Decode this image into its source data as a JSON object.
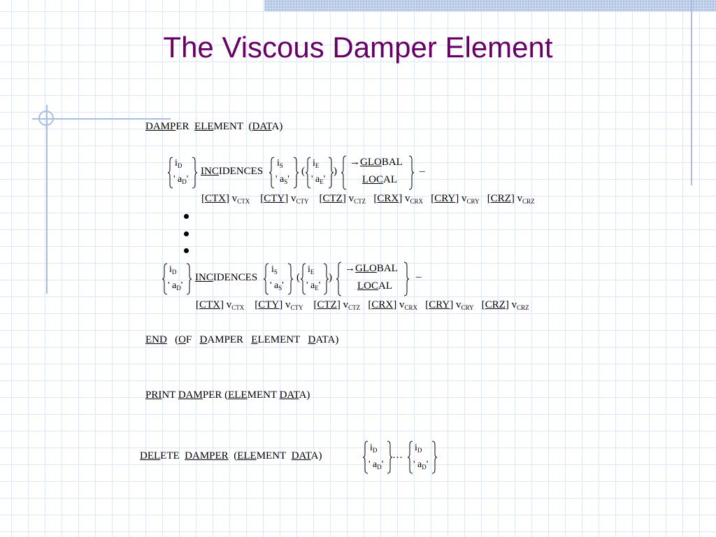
{
  "slide": {
    "title": "The Viscous Damper Element"
  },
  "cmd": {
    "header": "DAMPER  ELEMENT  (DATA)",
    "incidences_label": "INCIDENCES",
    "i_D": "i",
    "i_D_sub": "D",
    "a_D": "' a",
    "a_D_sub": "D",
    "a_D_end": "'",
    "i_S": "i",
    "i_S_sub": "S",
    "a_S": "' a",
    "a_S_sub": "S",
    "a_S_end": "'",
    "i_E": "i",
    "i_E_sub": "E",
    "a_E": "' a",
    "a_E_sub": "E",
    "a_E_end": "'",
    "open_paren": "(",
    "close_paren": ")",
    "global": "→GLOBAL",
    "local": "LOCAL",
    "dash": "–",
    "ctx": "[CTX]",
    "ctx_v": "v",
    "ctx_sub": "CTX",
    "cty": "[CTY]",
    "cty_v": "v",
    "cty_sub": "CTY",
    "ctz": "[CTZ]",
    "ctz_v": "v",
    "ctz_sub": "CTZ",
    "crx": "[CRX]",
    "crx_v": "v",
    "crx_sub": "CRX",
    "cry": "[CRY]",
    "cry_v": "v",
    "cry_sub": "CRY",
    "crz": "[CRZ]",
    "crz_v": "v",
    "crz_sub": "CRZ",
    "end_line": "END   (OF   DAMPER   ELEMENT   DATA)",
    "print_line": "PRINT DAMPER (ELEMENT DATA)",
    "delete_line": "DELETE  DAMPER  (ELEMENT  DATA)",
    "ellipsis": "…"
  }
}
